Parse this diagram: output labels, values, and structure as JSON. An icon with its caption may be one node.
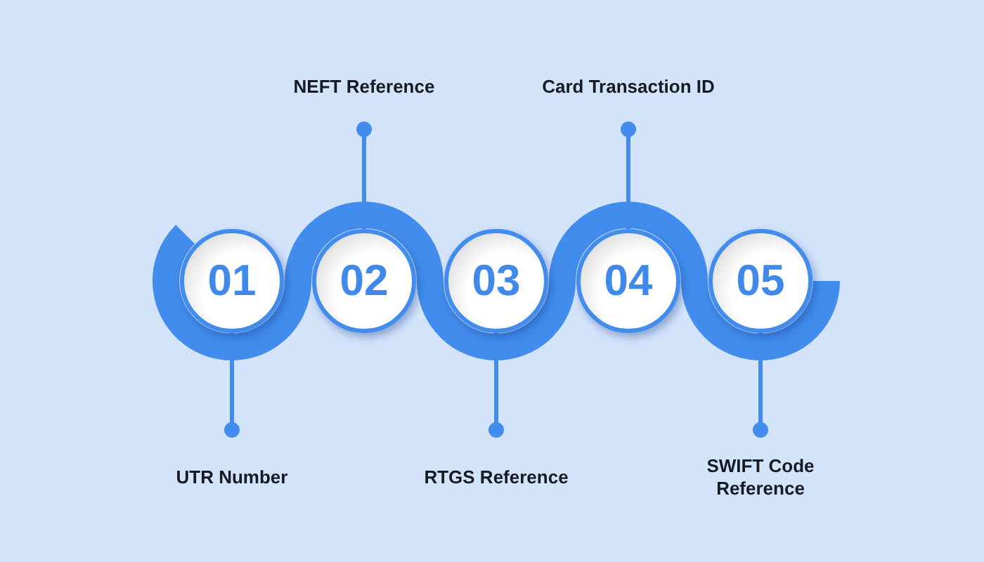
{
  "diagram": {
    "nodes": [
      {
        "text": [
          "NEFT Reference"
        ]
      },
      {
        "text": [
          "Card Transaction ID"
        ]
      },
      {
        "text": [
          "01"
        ]
      },
      {
        "text": [
          "02"
        ]
      },
      {
        "text": [
          "03"
        ]
      },
      {
        "text": [
          "04"
        ]
      },
      {
        "text": [
          "05"
        ]
      },
      {
        "text": [
          "UTR Number"
        ]
      },
      {
        "text": [
          "RTGS Reference"
        ]
      },
      {
        "text": [
          "SWIFT Code Reference"
        ]
      }
    ],
    "edges": [
      {
        "from": 0,
        "to": 3,
        "arrow": "other"
      },
      {
        "from": 1,
        "to": 5,
        "arrow": "other"
      },
      {
        "from": 7,
        "to": 2,
        "arrow": "other"
      },
      {
        "from": 8,
        "to": 4,
        "arrow": "other"
      },
      {
        "from": 9,
        "to": 6,
        "arrow": "other"
      }
    ]
  }
}
